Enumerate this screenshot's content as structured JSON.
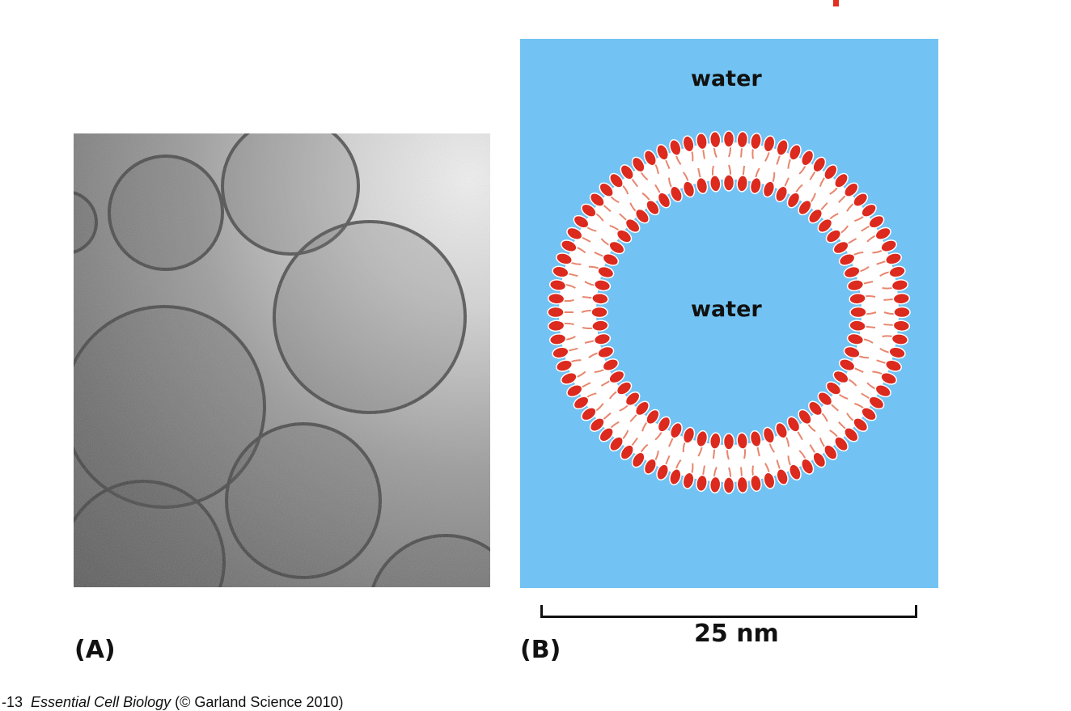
{
  "figure": {
    "caption_prefix": "-13",
    "caption_book": "Essential Cell Biology",
    "caption_suffix": "(© Garland Science 2010)",
    "panel_a": {
      "label": "(A)",
      "description": "electron micrograph of lipid vesicles (liposomes)"
    },
    "panel_b": {
      "label": "(B)",
      "outer_label": "water",
      "inner_label": "water",
      "scale_bar_label": "25 nm",
      "background_color": "#72c3f3",
      "head_color": "#dc2a1e",
      "tail_color": "#e8866e"
    }
  }
}
